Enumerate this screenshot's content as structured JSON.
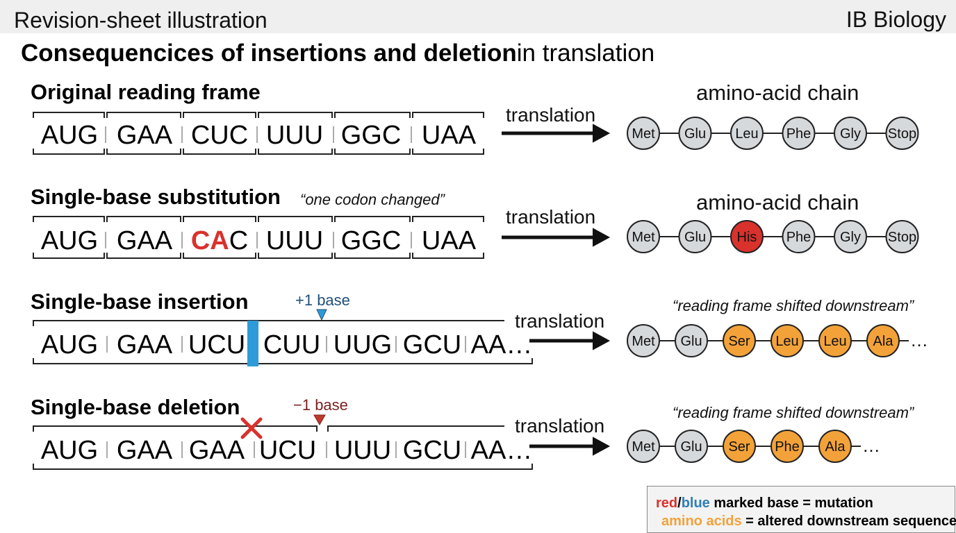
{
  "header": {
    "sheet_label": "Revision-sheet illustration",
    "subject": "IB Biology"
  },
  "title": {
    "bold": "Consequencices of insertions and deletion",
    "rest": "in translation"
  },
  "colors": {
    "mutation_red": "#d9312c",
    "insertion_blue": "#2e9bd8",
    "altered_orange": "#f3a23a",
    "normal_grey": "#d6d9dc"
  },
  "sections": [
    {
      "title": "Original reading frame",
      "note": "",
      "codons": [
        "AUG",
        "GAA",
        "CUC",
        "UUU",
        "GGC",
        "UAA"
      ],
      "arrow_label": "translation",
      "chain_label": "amino-acid chain",
      "amino_acids": [
        {
          "name": "Met",
          "state": "normal"
        },
        {
          "name": "Glu",
          "state": "normal"
        },
        {
          "name": "Leu",
          "state": "normal"
        },
        {
          "name": "Phe",
          "state": "normal"
        },
        {
          "name": "Gly",
          "state": "normal"
        },
        {
          "name": "Stop",
          "state": "normal"
        }
      ]
    },
    {
      "title": "Single-base substitution",
      "note": "“one codon changed”",
      "codons": [
        "AUG",
        "GAA",
        "CAC",
        "UUU",
        "GGC",
        "UAA"
      ],
      "mutated_codon": {
        "marked": "CA",
        "rest": "C"
      },
      "arrow_label": "translation",
      "chain_label": "amino-acid chain",
      "amino_acids": [
        {
          "name": "Met",
          "state": "normal"
        },
        {
          "name": "Glu",
          "state": "normal"
        },
        {
          "name": "His",
          "state": "mutated"
        },
        {
          "name": "Phe",
          "state": "normal"
        },
        {
          "name": "Gly",
          "state": "normal"
        },
        {
          "name": "Stop",
          "state": "normal"
        }
      ]
    },
    {
      "title": "Single-base insertion",
      "marker": "+1 base",
      "codons": [
        "AUG",
        "GAA",
        "UCU",
        "CUU",
        "UUG",
        "GCU",
        "AA…"
      ],
      "arrow_label": "translation",
      "chain_label": "“reading frame shifted downstream”",
      "amino_acids": [
        {
          "name": "Met",
          "state": "normal"
        },
        {
          "name": "Glu",
          "state": "normal"
        },
        {
          "name": "Ser",
          "state": "altered"
        },
        {
          "name": "Leu",
          "state": "altered"
        },
        {
          "name": "Leu",
          "state": "altered"
        },
        {
          "name": "Ala",
          "state": "altered"
        }
      ],
      "ellipsis": "…"
    },
    {
      "title": "Single-base deletion",
      "marker": "−1 base",
      "codons": [
        "AUG",
        "GAA",
        "GAA",
        "UCU",
        "UUU",
        "GCU",
        "AA…"
      ],
      "arrow_label": "translation",
      "chain_label": "“reading frame shifted downstream”",
      "amino_acids": [
        {
          "name": "Met",
          "state": "normal"
        },
        {
          "name": "Glu",
          "state": "normal"
        },
        {
          "name": "Ser",
          "state": "altered"
        },
        {
          "name": "Phe",
          "state": "altered"
        },
        {
          "name": "Ala",
          "state": "altered"
        }
      ],
      "ellipsis": "…"
    }
  ],
  "legend": {
    "line1": {
      "red_word": "red",
      "slash": "/",
      "blue_word": "blue",
      "rest": " marked base = mutation"
    },
    "line2": {
      "orange_word": "amino acids",
      "rest": " = altered downstream sequence"
    }
  }
}
